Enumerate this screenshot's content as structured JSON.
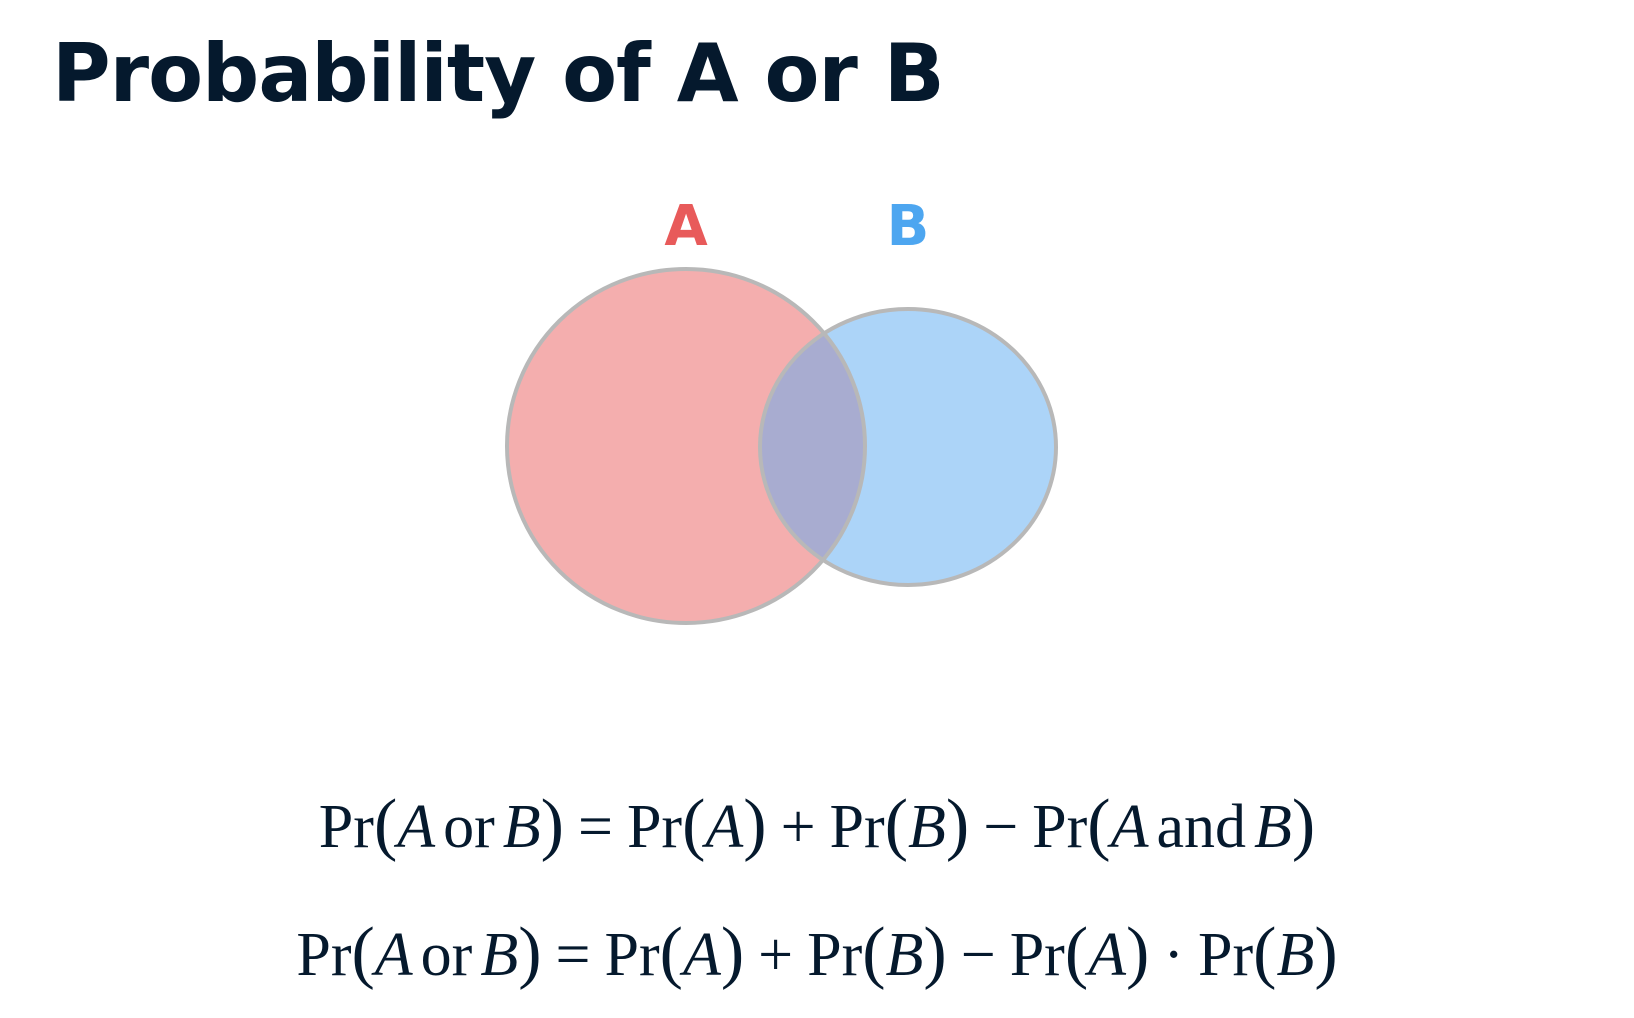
{
  "title": "Probability of A or B",
  "venn": {
    "set_a": {
      "label": "A",
      "color": "#e85a5a",
      "fill": "#f4aeae"
    },
    "set_b": {
      "label": "B",
      "color": "#4da6f0",
      "fill": "#acd4f8"
    },
    "outline": "#b8b8b8",
    "overlap_fill": "#a8acd0"
  },
  "formulas": {
    "f1": {
      "pr": "Pr",
      "a": "A",
      "or": "or",
      "b": "B",
      "eq": "=",
      "plus": "+",
      "minus": "−",
      "and": "and"
    },
    "f2": {
      "pr": "Pr",
      "a": "A",
      "or": "or",
      "b": "B",
      "eq": "=",
      "plus": "+",
      "minus": "−",
      "dot": "·"
    }
  }
}
